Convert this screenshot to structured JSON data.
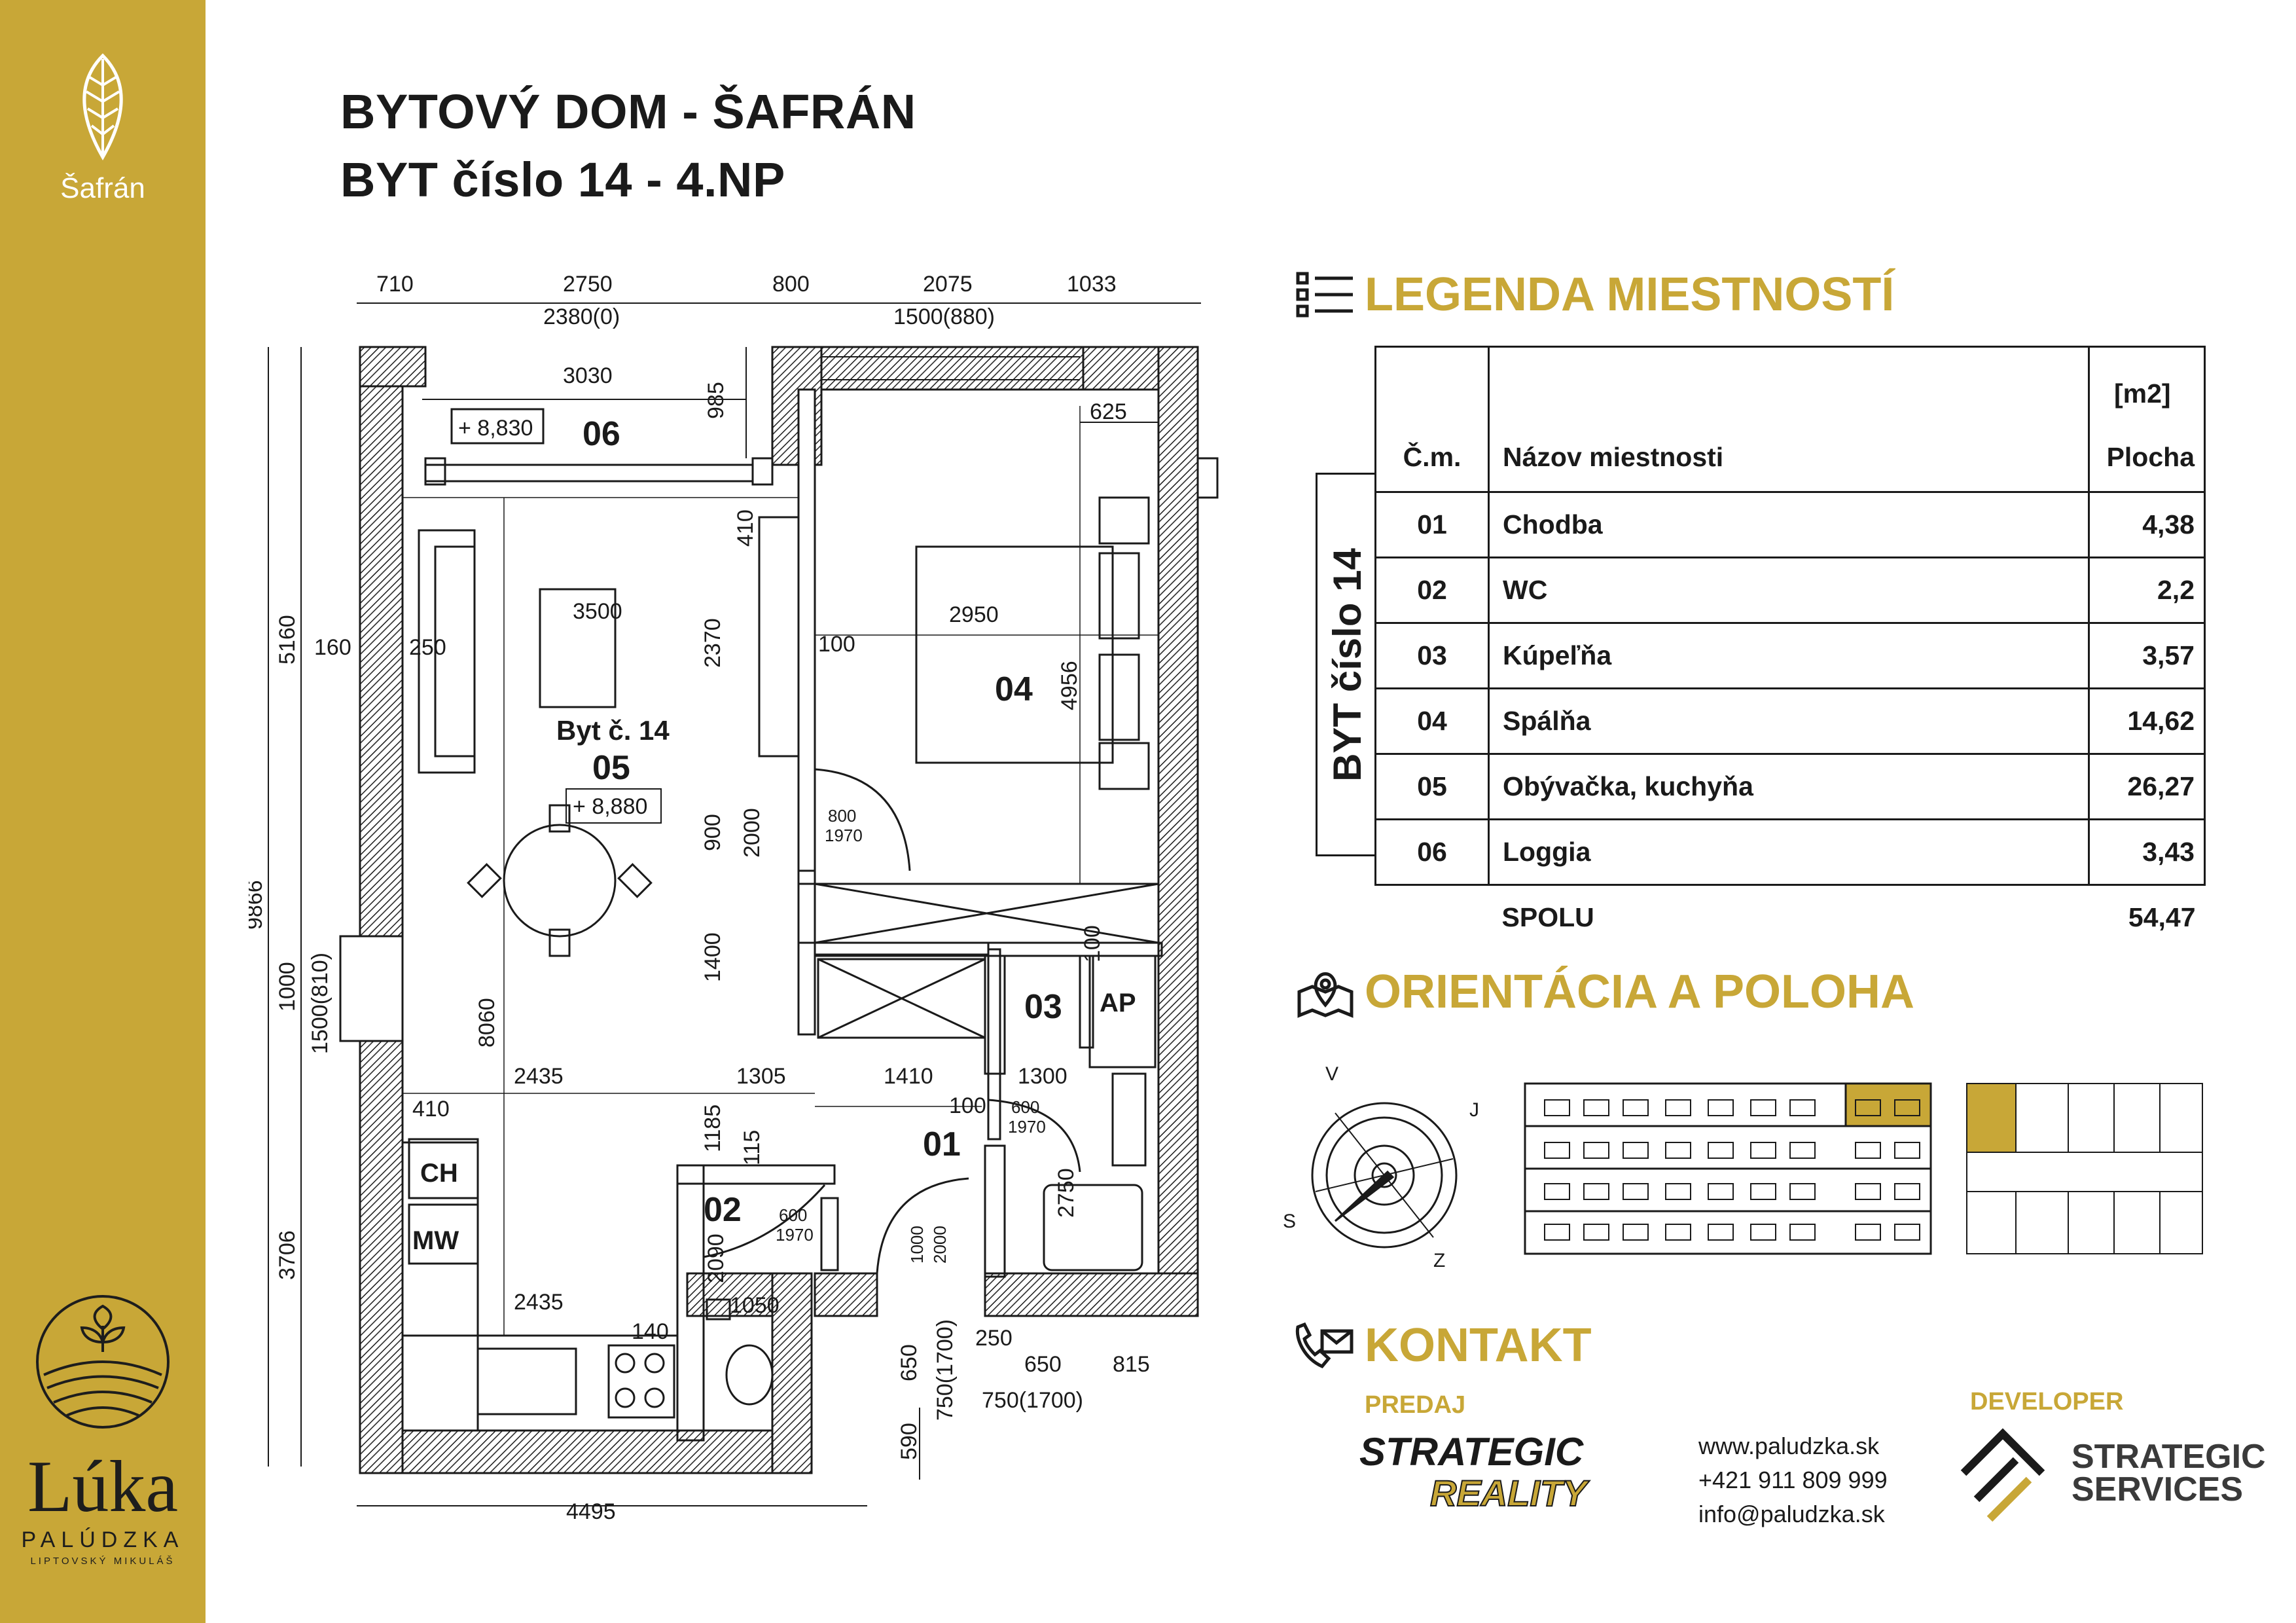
{
  "brand": {
    "top_label": "Šafrán",
    "bottom_name": "Lúka",
    "bottom_sub": "PALÚDZKA",
    "bottom_sub2": "LIPTOVSKÝ MIKULÁŠ"
  },
  "title": {
    "line1": "BYTOVÝ DOM - ŠAFRÁN",
    "line2": "BYT číslo 14 - 4.NP"
  },
  "plan": {
    "dims_top_outer": [
      "710",
      "2750",
      "800",
      "2075",
      "1033"
    ],
    "dims_top_inner": [
      "2380(0)",
      "1500(880)"
    ],
    "dim_3030": "3030",
    "dim_985": "985",
    "dim_625": "625",
    "level_06": "+ 8,830",
    "room_06": "06",
    "dim_410": "410",
    "dim_3500": "3500",
    "dim_2370": "2370",
    "dim_100a": "100",
    "dim_2950": "2950",
    "dim_4956": "4956",
    "room_04": "04",
    "dim_5160": "5160",
    "dim_160": "160",
    "dim_250": "250",
    "apt_label": "Byt č. 14",
    "room_05": "05",
    "level_05": "+ 8,880",
    "dim_900": "900",
    "dim_2000": "2000",
    "door_800": "800",
    "door_1970a": "1970",
    "dim_9866": "9866",
    "dim_1400": "1400",
    "dim_100b": "100",
    "dim_1000": "1000",
    "dim_1500_810": "1500(810)",
    "dim_8060": "8060",
    "room_03": "03",
    "room_ap": "AP",
    "dim_2435a": "2435",
    "dim_1305": "1305",
    "dim_1410": "1410",
    "dim_1300": "1300",
    "dim_410b": "410",
    "dim_1185": "1185",
    "dim_115": "115",
    "dim_100c": "100",
    "door_600a": "600",
    "door_1970b": "1970",
    "room_01": "01",
    "label_ch": "CH",
    "label_mw": "MW",
    "dim_3706": "3706",
    "room_02": "02",
    "door_600b": "600",
    "door_1970c": "1970",
    "dim_2090": "2090",
    "door_1000": "1000",
    "door_2000": "2000",
    "dim_2750b": "2750",
    "dim_2435b": "2435",
    "dim_1050": "1050",
    "dim_140": "140",
    "dim_250b": "250",
    "dim_650a": "650",
    "dim_815": "815",
    "dim_650b": "650",
    "dim_750_1700a": "750(1700)",
    "dim_750_1700b": "750(1700)",
    "dim_590": "590",
    "dim_4495": "4495"
  },
  "legend": {
    "heading": "LEGENDA MIESTNOSTÍ",
    "side_label": "BYT číslo 14",
    "col_num": "Č.m.",
    "col_name": "Názov miestnosti",
    "col_area_unit": "[m2]",
    "col_area": "Plocha",
    "rows": [
      {
        "num": "01",
        "name": "Chodba",
        "area": "4,38"
      },
      {
        "num": "02",
        "name": "WC",
        "area": "2,2"
      },
      {
        "num": "03",
        "name": "Kúpeľňa",
        "area": "3,57"
      },
      {
        "num": "04",
        "name": "Spálňa",
        "area": "14,62"
      },
      {
        "num": "05",
        "name": "Obývačka, kuchyňa",
        "area": "26,27"
      },
      {
        "num": "06",
        "name": "Loggia",
        "area": "3,43"
      }
    ],
    "total_label": "SPOLU",
    "total_area": "54,47"
  },
  "orientation": {
    "heading": "ORIENTÁCIA A POLOHA",
    "compass": {
      "v": "V",
      "s": "S",
      "z": "Z",
      "j": "J"
    }
  },
  "contact": {
    "heading": "KONTAKT",
    "predaj": "PREDAJ",
    "developer": "DEVELOPER",
    "sr_line1": "STRATEGIC",
    "sr_line2": "REALITY",
    "web": "www.paludzka.sk",
    "phone": "+421 911 809 999",
    "email": "info@paludzka.sk",
    "ss_line1": "STRATEGIC",
    "ss_line2": "SERVICES"
  },
  "colors": {
    "gold": "#c8a737",
    "dark": "#1a1a1a",
    "wall_fill": "#ffffff"
  }
}
